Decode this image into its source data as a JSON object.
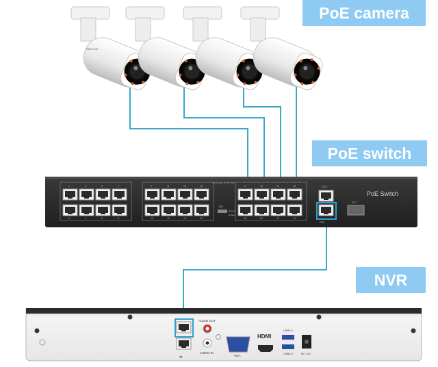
{
  "labels": {
    "poe_camera": "PoE camera",
    "poe_switch": "PoE switch",
    "nvr": "NVR"
  },
  "camera": {
    "brand": "REOLINK"
  },
  "switch": {
    "face_title": "PoE Switch",
    "group_numbers_top": [
      "1",
      "3",
      "5",
      "7",
      "9",
      "11",
      "13",
      "15",
      "17",
      "19",
      "21",
      "23"
    ],
    "group_numbers_bottom": [
      "2",
      "4",
      "6",
      "8",
      "10",
      "12",
      "14",
      "16",
      "18",
      "20",
      "22",
      "24"
    ],
    "speed_label": "10/100M PoE Port",
    "uplink_label": "G25",
    "uplink2_label": "G26",
    "sfp_label": "G27",
    "status_label": "DIP",
    "extend_label": "Extend",
    "default_label": "Default"
  },
  "nvr": {
    "audio_out": "AUDIO OUT",
    "audio_in": "AUDIO IN",
    "vga": "VGA",
    "hdmi": "HDMI",
    "usb1": "USB3.0",
    "usb2": "USB2.0",
    "power": "DC 12V"
  },
  "colors": {
    "callout": "#8ecaf2",
    "cable": "#3aa9c9",
    "highlight": "#2f9ed6",
    "device_dark": "#2b2b2b",
    "nvr_body": "#ececec"
  },
  "icons": [
    "network-icon",
    "usb-icon",
    "power-icon"
  ]
}
